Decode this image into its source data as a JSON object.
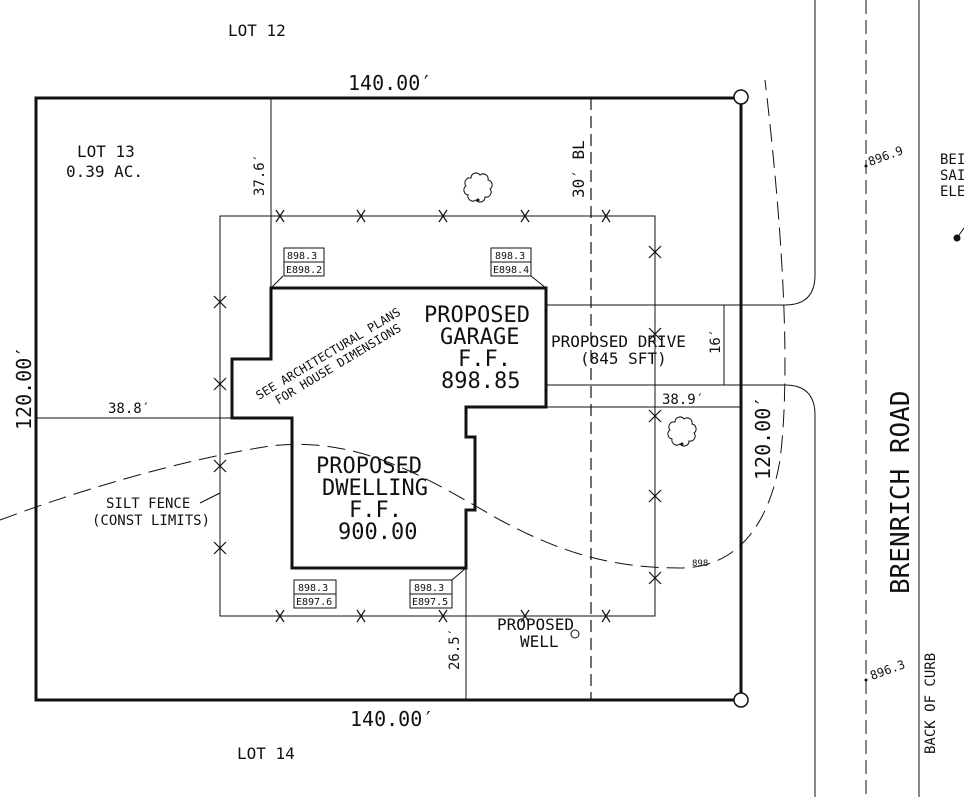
{
  "lots": {
    "lot12": "LOT 12",
    "lot13": "LOT 13",
    "lot13_area": "0.39 AC.",
    "lot14": "LOT 14"
  },
  "dimensions": {
    "top_width": "140.00′",
    "bottom_width": "140.00′",
    "left_depth": "120.00′",
    "right_depth": "120.00′",
    "front_setback": "37.6′",
    "side_setback_left": "38.8′",
    "side_setback_right": "38.9′",
    "rear_setback": "26.5′",
    "building_line": "30′ BL",
    "drive_width": "16′"
  },
  "garage": {
    "line1": "PROPOSED",
    "line2": "GARAGE",
    "line3": "F.F.",
    "elevation": "898.85"
  },
  "dwelling": {
    "line1": "PROPOSED",
    "line2": "DWELLING",
    "line3": "F.F.",
    "elevation": "900.00"
  },
  "drive": {
    "line1": "PROPOSED DRIVE",
    "line2": "(845 SFT)"
  },
  "well": {
    "line1": "PROPOSED",
    "line2": "WELL"
  },
  "note": {
    "line1": "SEE ARCHITECTURAL PLANS",
    "line2": "FOR HOUSE DIMENSIONS"
  },
  "silt_fence": {
    "line1": "SILT FENCE",
    "line2": "(CONST LIMITS)"
  },
  "grades": {
    "g1_top": "898.3",
    "g1_bot": "E898.2",
    "g2_top": "898.3",
    "g2_bot": "E898.4",
    "g3_top": "898.3",
    "g3_bot": "E897.6",
    "g4_top": "898.3",
    "g4_bot": "E897.5"
  },
  "contour": "898",
  "road": {
    "name": "BRENRICH ROAD",
    "back_of_curb": "BACK OF CURB",
    "spot_top": "896.9",
    "spot_bottom": "896.3"
  },
  "benchmark": {
    "line1": "BEI",
    "line2": "SAI",
    "line3": "ELE"
  }
}
